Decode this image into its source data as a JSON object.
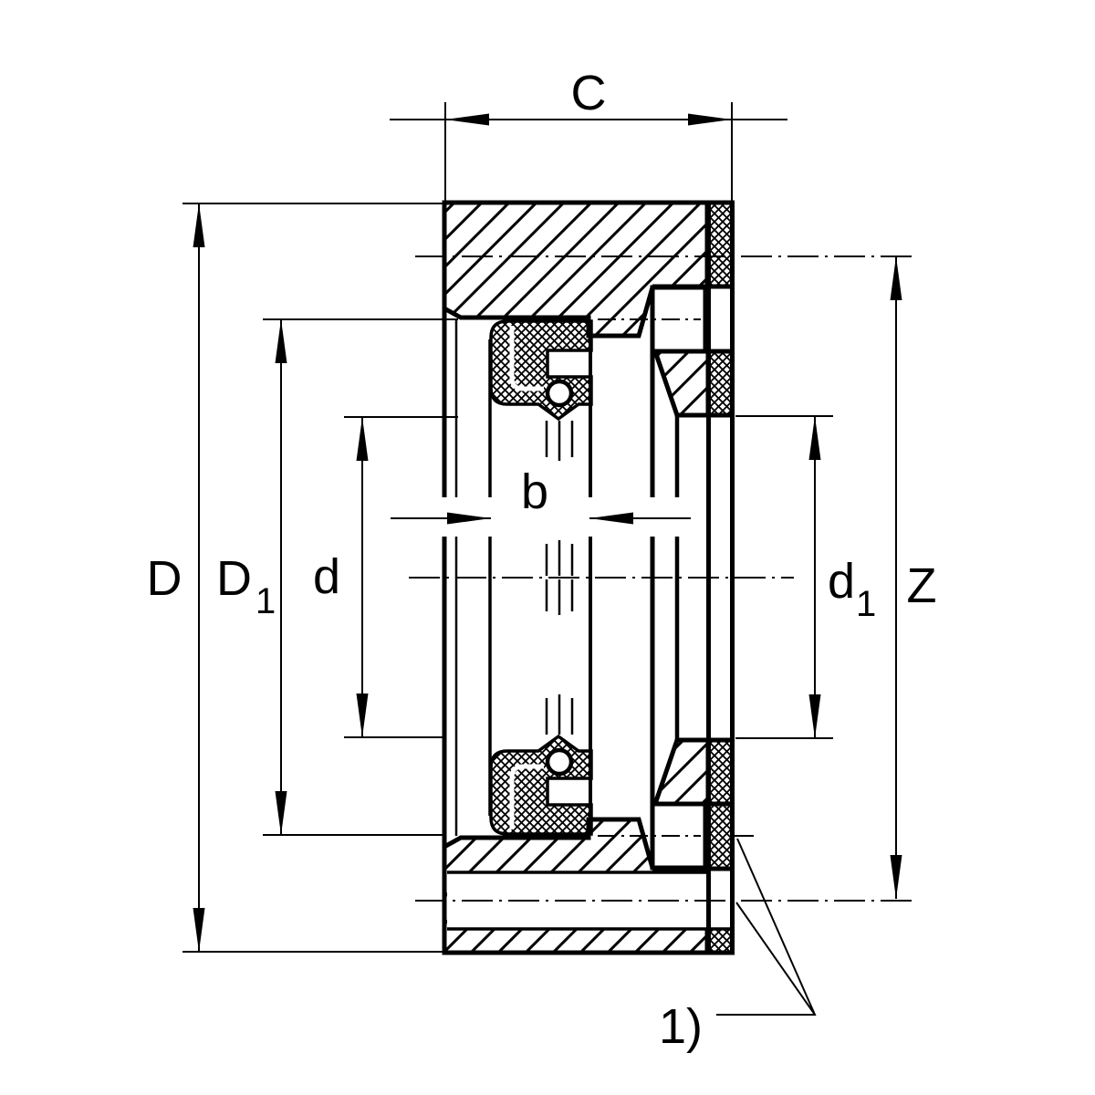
{
  "drawing": {
    "type": "bearing-cross-section",
    "colors": {
      "line": "#000000",
      "background": "#ffffff"
    }
  },
  "dimensions": {
    "C": {
      "label": "C"
    },
    "D": {
      "label": "D"
    },
    "D1": {
      "main": "D",
      "sub": "1"
    },
    "d": {
      "label": "d"
    },
    "b": {
      "label": "b"
    },
    "d1": {
      "main": "d",
      "sub": "1"
    },
    "Z": {
      "label": "Z"
    }
  },
  "footnote": {
    "label": "1)"
  }
}
